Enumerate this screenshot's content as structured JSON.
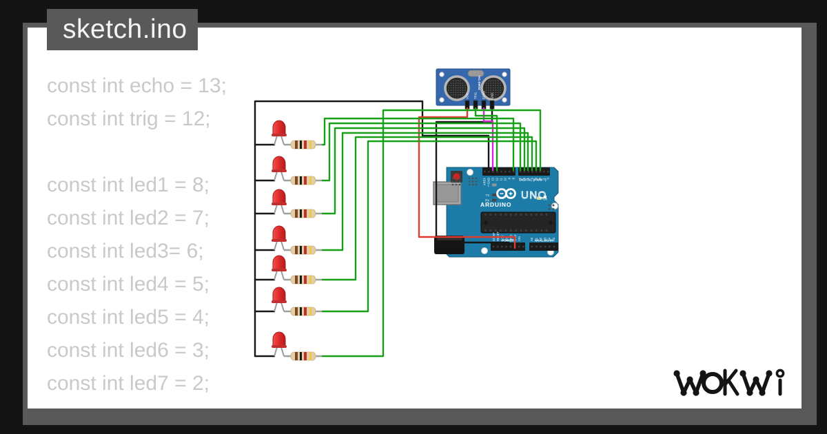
{
  "window": {
    "tab_title": "sketch.ino"
  },
  "code": {
    "lines": [
      "const int echo = 13;",
      "const int trig = 12;",
      "",
      "const int led1 = 8;",
      "const int led2 = 7;",
      "const int led3= 6;",
      "const int led4 = 5;",
      "const int led5 = 4;",
      "const int led6 = 3;",
      "const int led7 = 2;"
    ]
  },
  "logo": {
    "text": "WOKWI"
  },
  "circuit": {
    "components": [
      "HC-SR04 ultrasonic sensor",
      "Arduino UNO",
      "7 red LEDs",
      "7 resistors"
    ]
  },
  "sensor": {
    "label": "HC-SR04",
    "pins": [
      "VCC",
      "TRIG",
      "ECHO",
      "GND"
    ]
  },
  "arduino": {
    "brand": "ARDUINO",
    "model": "UNO",
    "digital_label": "DIGITAL (PWM ~)",
    "power_label": "POWER",
    "analog_label": "ANALOG IN",
    "l_label": "L",
    "tx_label": "TX",
    "rx_label": "RX",
    "on_label": "ON",
    "top_pins": [
      "AREF",
      "GND",
      "13",
      "12",
      "11",
      "10",
      "9",
      "8",
      "7",
      "6",
      "5",
      "4",
      "3",
      "2",
      "1",
      "0"
    ],
    "power_pins": [
      "IOREF",
      "RESET",
      "3.3V",
      "5V",
      "GND",
      "GND",
      "VIN"
    ],
    "analog_pins": [
      "A0",
      "A1",
      "A2",
      "A3",
      "A4",
      "A5"
    ]
  },
  "colors": {
    "canvas": "#ffffff",
    "frame_outer": "#141414",
    "frame_border": "#595959",
    "tab_bg": "#595959",
    "tab_text": "#f5f5f5",
    "code_text": "#c9c9c9",
    "wire_green": "#17a017",
    "wire_red": "#e03a2f",
    "wire_black": "#161616",
    "wire_magenta": "#d32bd3",
    "arduino_board": "#1d7ca7",
    "sensor_board": "#3467ab",
    "led_red": "#e32d2d",
    "resistor_body": "#e3cfa2",
    "logo": "#141414"
  }
}
